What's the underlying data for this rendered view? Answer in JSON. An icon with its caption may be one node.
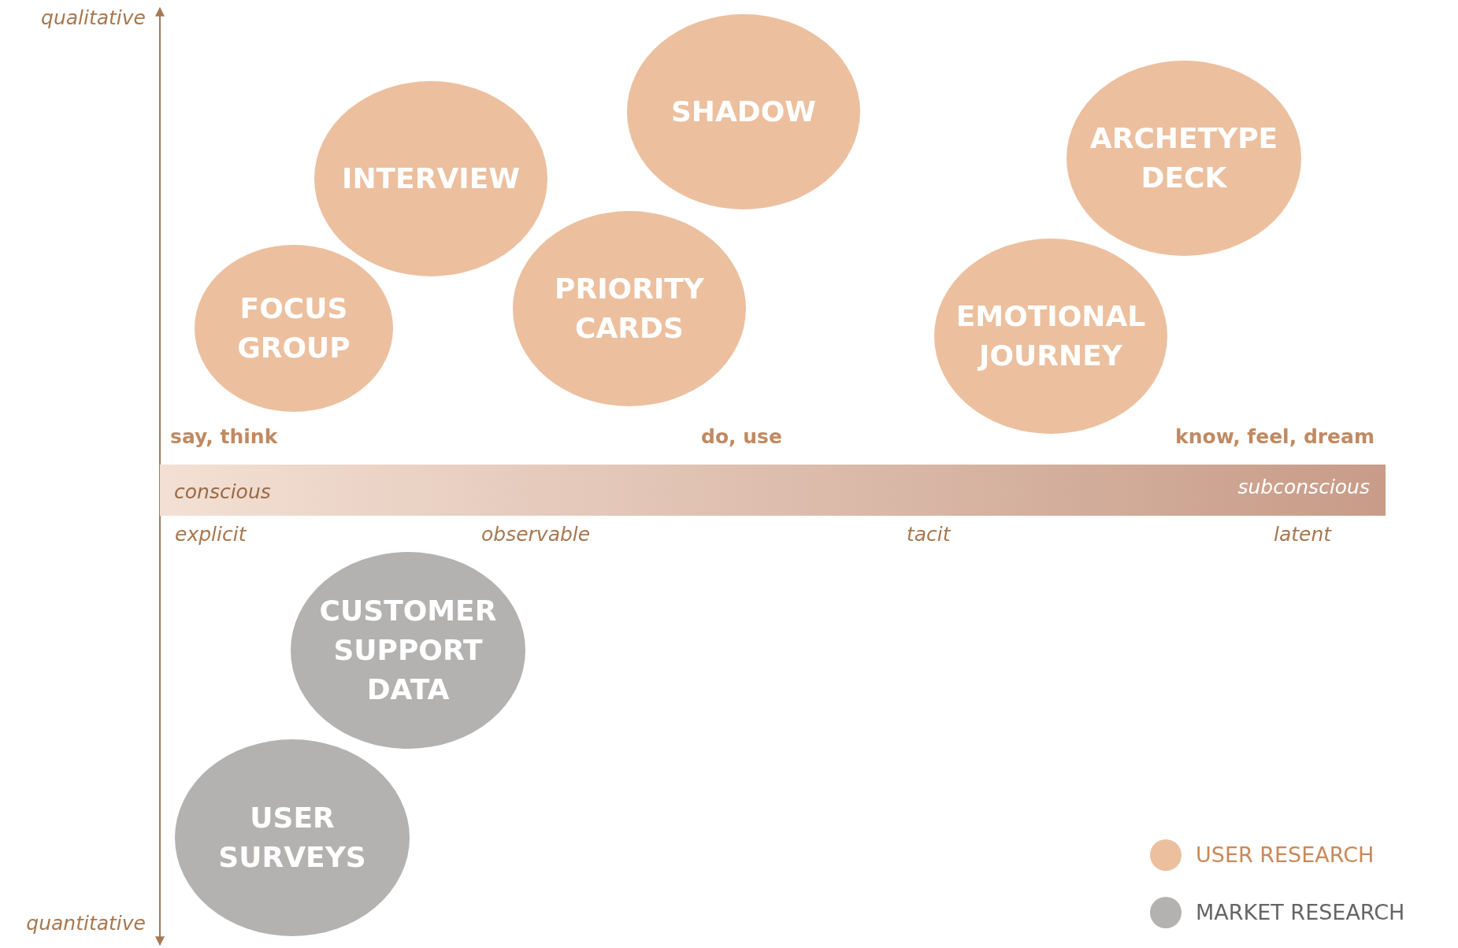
{
  "diagram": {
    "nodes": [
      {
        "text": [
          "SHADOW"
        ]
      },
      {
        "text": [
          "ARCHETYPE DECK"
        ]
      },
      {
        "text": [
          "INTERVIEW"
        ]
      },
      {
        "text": [
          "PRIORITY CARDS"
        ]
      },
      {
        "text": [
          "EMOTIONAL JOURNEY"
        ]
      },
      {
        "text": [
          "FOCUS GROUP"
        ]
      },
      {
        "text": [
          "conscious",
          "subconscious"
        ]
      },
      {
        "text": [
          "CUSTOMER SUPPORT DATA"
        ]
      },
      {
        "text": [
          "USER SURVEYS"
        ]
      }
    ],
    "edges": [],
    "labels": [
      "qualitative",
      "say, think",
      "do, use",
      "know, feel, dream",
      "explicit",
      "observable",
      "tacit",
      "latent",
      "quantitative"
    ],
    "legend": [
      {
        "text": "USER RESEARCH",
        "color": "#ecbf9e"
      },
      {
        "text": "MARKET RESEARCH",
        "color": "#b3b2b1"
      }
    ]
  }
}
